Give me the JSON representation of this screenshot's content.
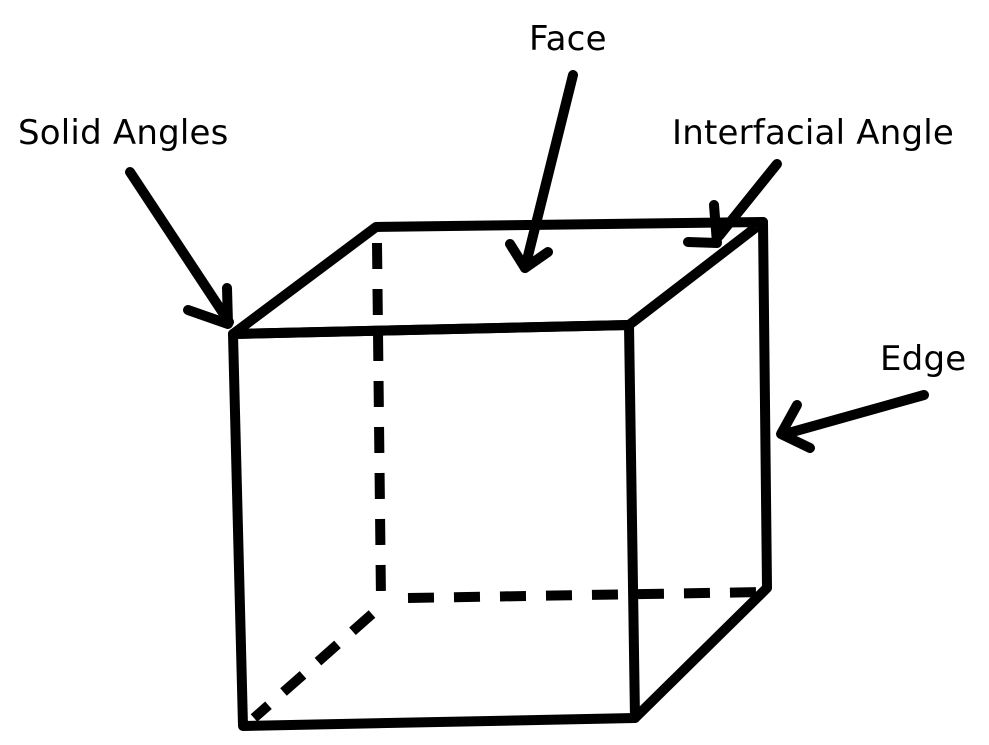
{
  "labels": {
    "face": "Face",
    "solid_angles": "Solid Angles",
    "interfacial_angle": "Interfacial Angle",
    "edge": "Edge"
  },
  "colors": {
    "ink": "#000000",
    "background": "#ffffff"
  }
}
